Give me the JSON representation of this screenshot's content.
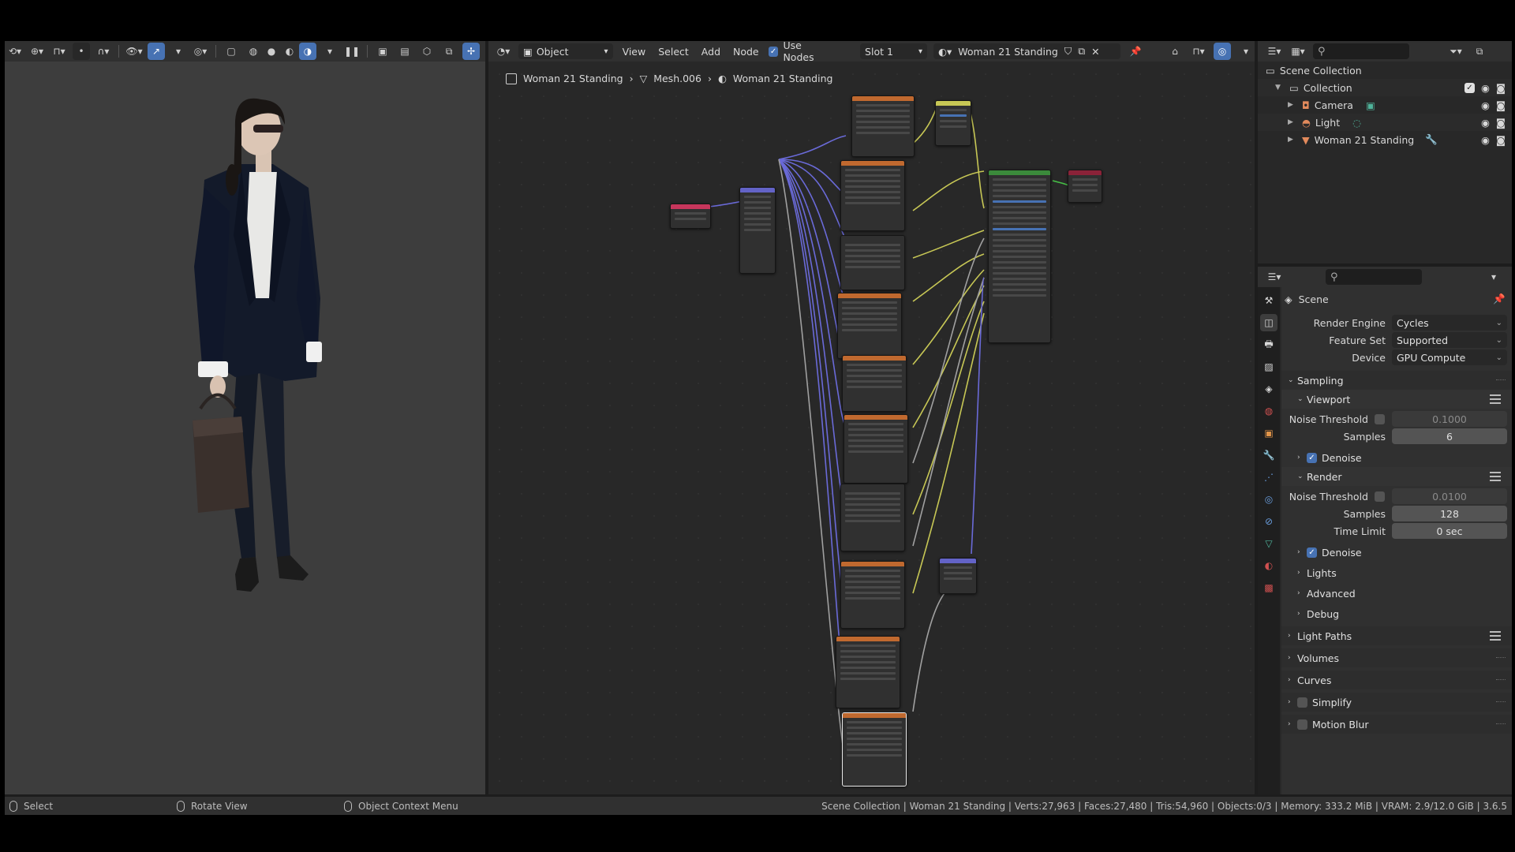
{
  "viewport": {
    "header_tools": [
      "select-tool",
      "transform",
      "pivot",
      "snap",
      "proportional-edit",
      "visibility",
      "gizmo",
      "overlay",
      "xray",
      "shading-wire",
      "shading-solid",
      "shading-material",
      "shading-rendered"
    ]
  },
  "node_editor": {
    "editor_type": "Object",
    "menus": [
      "View",
      "Select",
      "Add",
      "Node"
    ],
    "use_nodes_label": "Use Nodes",
    "slot": "Slot 1",
    "material_name": "Woman 21 Standing",
    "breadcrumb": [
      "Woman 21 Standing",
      "Mesh.006",
      "Woman 21 Standing"
    ]
  },
  "outliner": {
    "scene_collection": "Scene Collection",
    "collection": "Collection",
    "items": [
      {
        "label": "Camera"
      },
      {
        "label": "Light"
      },
      {
        "label": "Woman 21 Standing"
      }
    ]
  },
  "properties": {
    "context_label": "Scene",
    "render_engine_label": "Render Engine",
    "render_engine": "Cycles",
    "feature_set_label": "Feature Set",
    "feature_set": "Supported",
    "device_label": "Device",
    "device": "GPU Compute",
    "sampling": "Sampling",
    "viewport": "Viewport",
    "noise_threshold_label": "Noise Threshold",
    "viewport_noise_threshold": "0.1000",
    "samples_label": "Samples",
    "viewport_samples": "6",
    "denoise": "Denoise",
    "render": "Render",
    "render_noise_threshold": "0.0100",
    "render_samples": "128",
    "time_limit_label": "Time Limit",
    "time_limit": "0 sec",
    "lights": "Lights",
    "advanced": "Advanced",
    "debug": "Debug",
    "light_paths": "Light Paths",
    "volumes": "Volumes",
    "curves": "Curves",
    "simplify": "Simplify",
    "motion_blur": "Motion Blur"
  },
  "statusbar": {
    "select": "Select",
    "rotate_view": "Rotate View",
    "context_menu": "Object Context Menu",
    "stats": "Scene Collection | Woman 21 Standing | Verts:27,963 | Faces:27,480 | Tris:54,960 | Objects:0/3 | Memory: 333.2 MiB | VRAM: 2.9/12.0 GiB | 3.6.5"
  },
  "colors": {
    "accent": "#4772b3",
    "node_texture": "#c0692f",
    "node_shader": "#3b8a3b",
    "node_vector": "#6363c7",
    "node_input": "#c7365c",
    "node_output": "#8a2238",
    "node_converter": "#c7c755"
  }
}
